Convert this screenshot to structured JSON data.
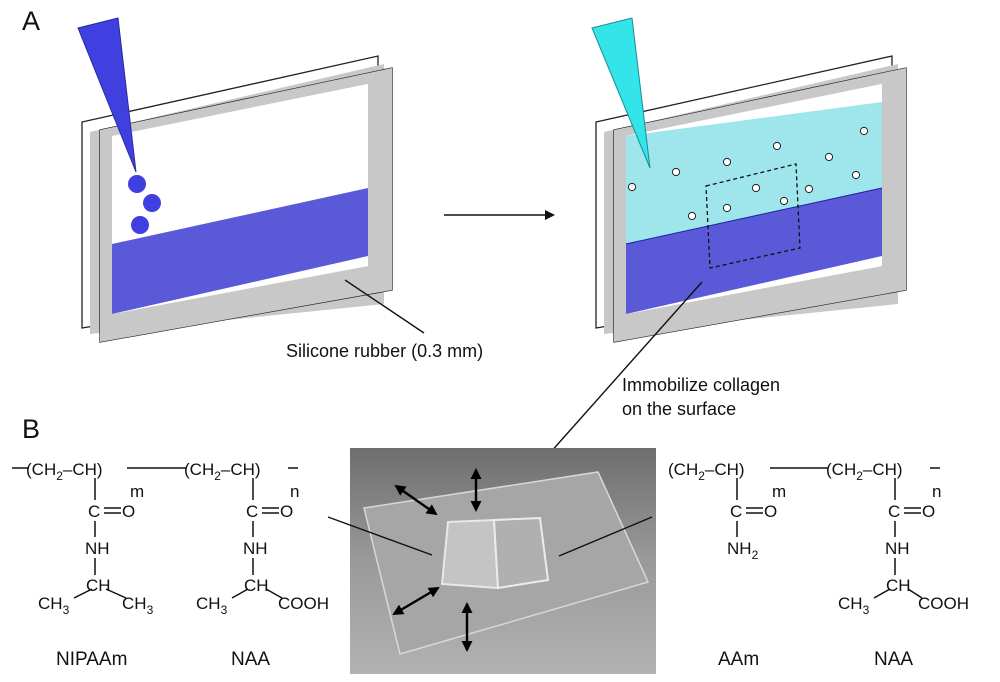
{
  "panels": {
    "a": "A",
    "b": "B"
  },
  "labels": {
    "silicone_rubber": "Silicone rubber (0.3 mm)",
    "immobilize_line1": "Immobilize collagen",
    "immobilize_line2": "on the surface"
  },
  "left_polymer": {
    "unit1": {
      "main": "(CH",
      "main_sub": "2",
      "main_rest": "–CH)",
      "repeat": "m",
      "c": "C",
      "o": "O",
      "nh": "NH",
      "ch": "CH",
      "me_left": "CH",
      "me_left_sub": "3",
      "me_right": "CH",
      "me_right_sub": "3"
    },
    "unit2": {
      "main": "(CH",
      "main_sub": "2",
      "main_rest": "–CH)",
      "repeat": "n",
      "c": "C",
      "o": "O",
      "nh": "NH",
      "ch": "CH",
      "me": "CH",
      "me_sub": "3",
      "acid": "COOH"
    },
    "names": [
      "NIPAAm",
      "NAA"
    ]
  },
  "right_polymer": {
    "unit1": {
      "main": "(CH",
      "main_sub": "2",
      "main_rest": "–CH)",
      "repeat": "m",
      "c": "C",
      "o": "O",
      "nh2": "NH",
      "nh2_sub": "2"
    },
    "unit2": {
      "main": "(CH",
      "main_sub": "2",
      "main_rest": "–CH)",
      "repeat": "n",
      "c": "C",
      "o": "O",
      "nh": "NH",
      "ch": "CH",
      "me": "CH",
      "me_sub": "3",
      "acid": "COOH"
    },
    "names": [
      "AAm",
      "NAA"
    ]
  },
  "colors": {
    "gel_blue": "#5a5ad8",
    "cyan_layer": "#9ee6ec",
    "pipette_blue": "#4040e0",
    "pipette_cyan": "#33e4e8",
    "frame_gray": "#c8c8c8",
    "photo_bg": "#8f8f8f"
  }
}
